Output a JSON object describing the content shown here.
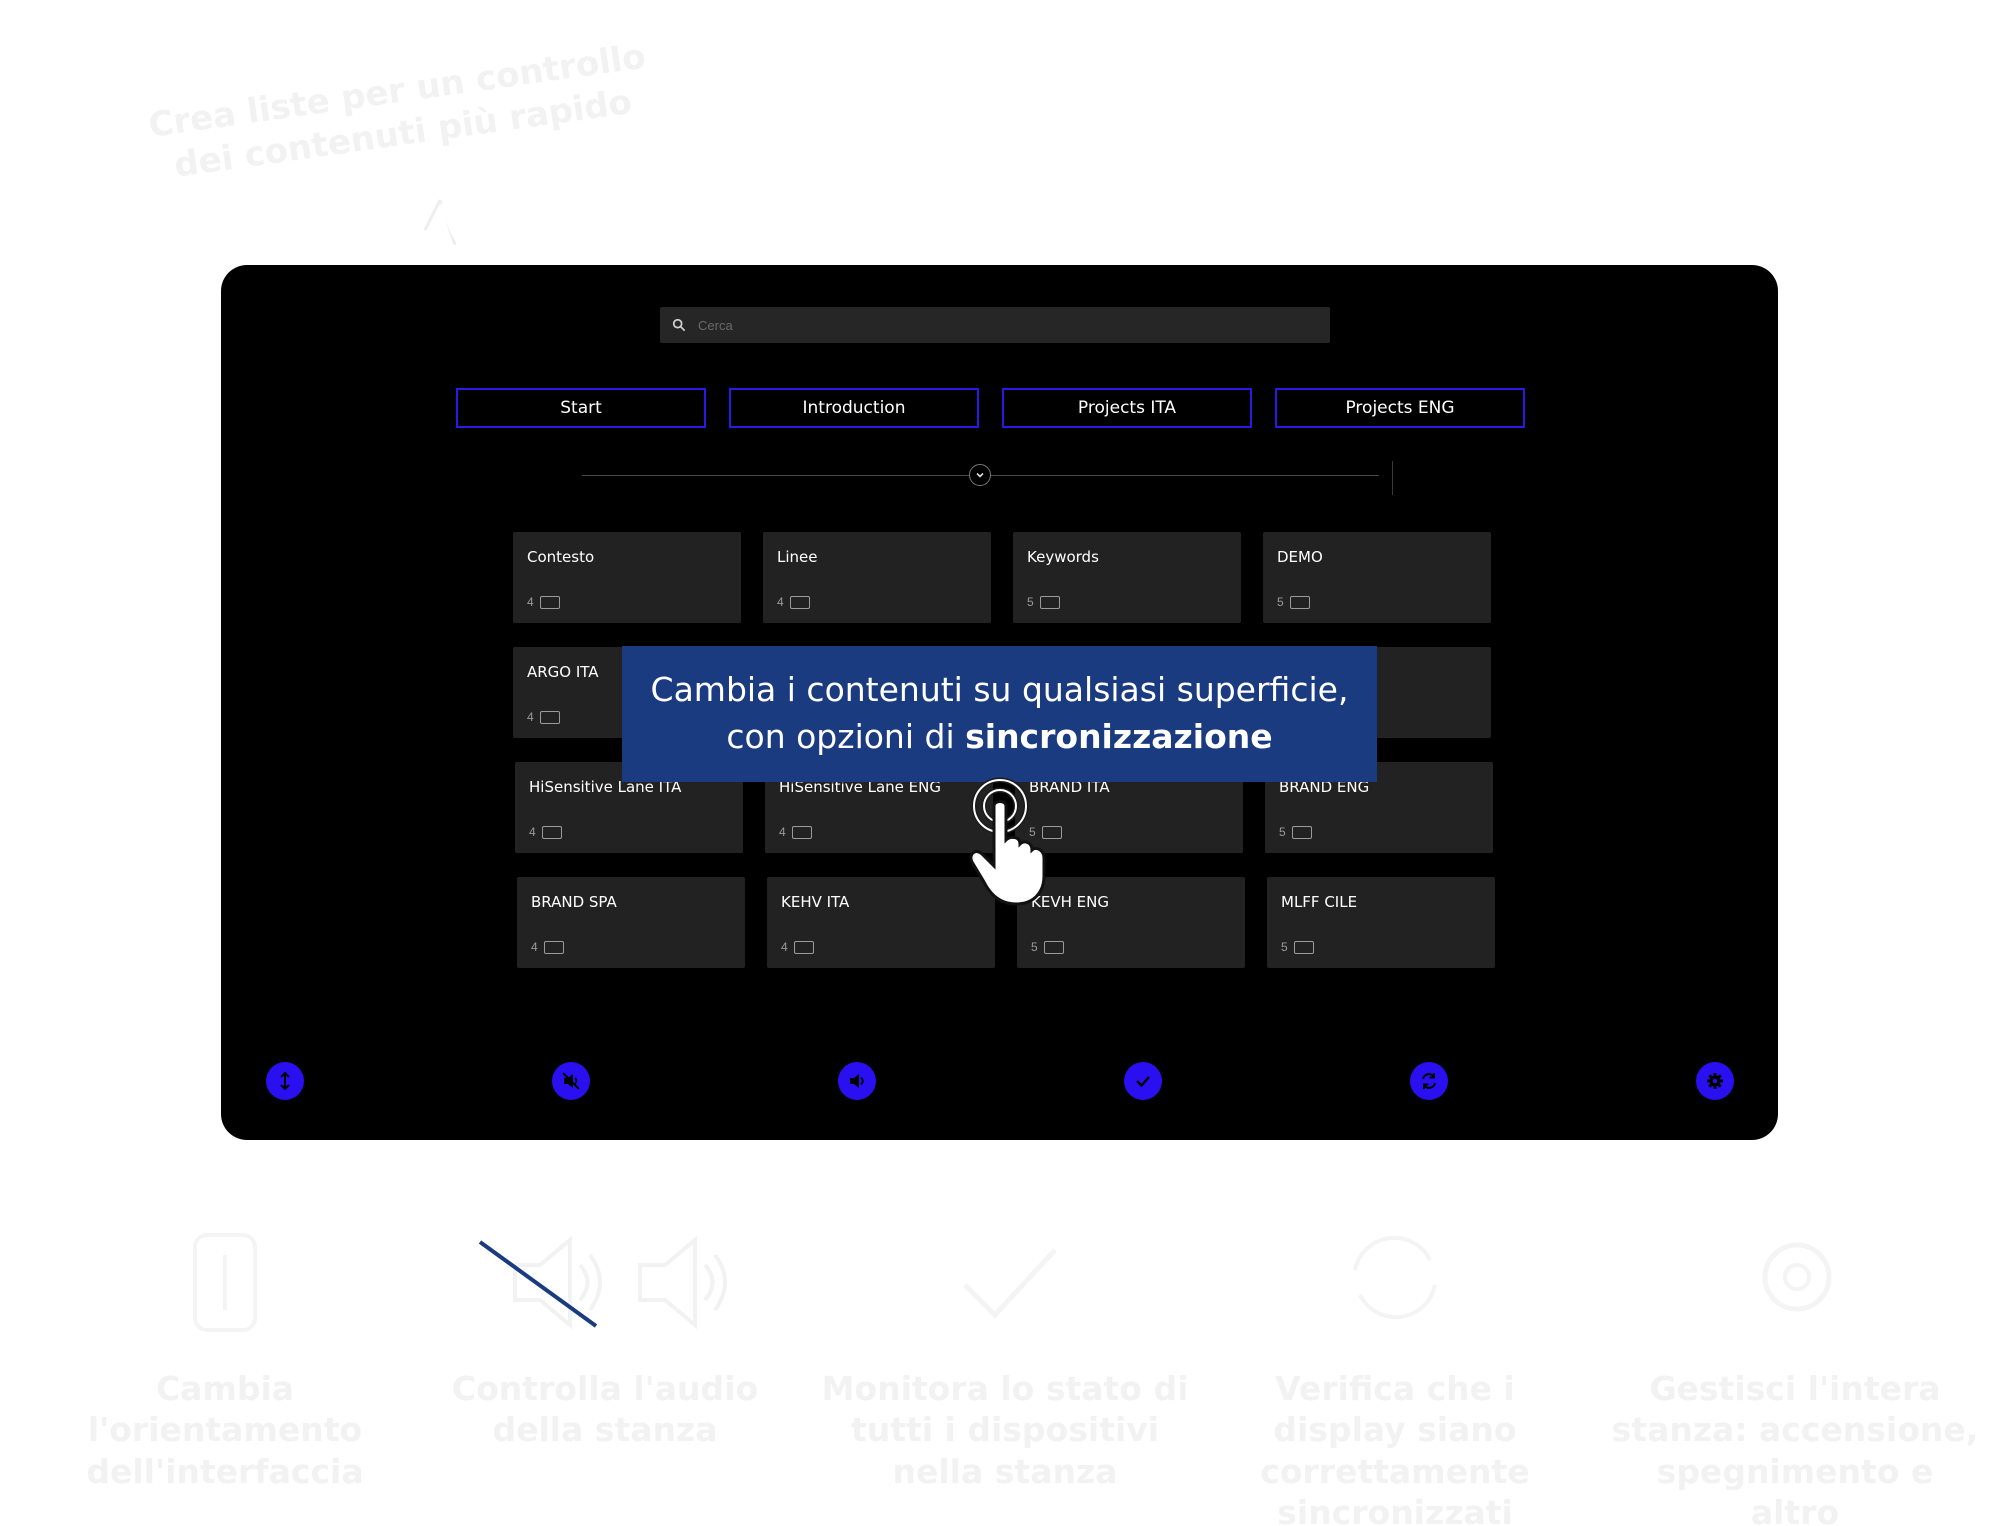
{
  "captions": {
    "top": "Crea liste per un controllo dei contenuti più rapido",
    "bottom": [
      "Cambia l'orientamento dell'interfaccia",
      "Controlla l'audio della stanza",
      "Monitora lo stato di tutti i dispositivi nella stanza",
      "Verifica che i display siano correttamente sincronizzati",
      "Gestisci l'intera stanza: accensione, spegnimento e altro"
    ]
  },
  "search": {
    "placeholder": "Cerca",
    "icon": "search-icon"
  },
  "tabs": [
    {
      "label": "Start"
    },
    {
      "label": "Introduction"
    },
    {
      "label": "Projects ITA"
    },
    {
      "label": "Projects ENG"
    }
  ],
  "cards": [
    {
      "title": "Contesto",
      "count": "4"
    },
    {
      "title": "Linee",
      "count": "4"
    },
    {
      "title": "Keywords",
      "count": "5"
    },
    {
      "title": "DEMO",
      "count": "5"
    },
    {
      "title": "ARGO ITA",
      "count": "4"
    },
    {
      "title": "",
      "count": ""
    },
    {
      "title": "",
      "count": ""
    },
    {
      "title": "ed Limit ENG",
      "count": ""
    },
    {
      "title": "HiSensitive Lane ITA",
      "count": "4"
    },
    {
      "title": "HiSensitive Lane ENG",
      "count": "4"
    },
    {
      "title": "BRAND ITA",
      "count": "5"
    },
    {
      "title": "BRAND ENG",
      "count": "5"
    },
    {
      "title": "BRAND SPA",
      "count": "4"
    },
    {
      "title": "KEHV ITA",
      "count": "4"
    },
    {
      "title": "KEVH ENG",
      "count": "5"
    },
    {
      "title": "MLFF CILE",
      "count": "5"
    }
  ],
  "banner": {
    "line1": "Cambia i contenuti su qualsiasi superficie,",
    "line2_prefix": "con opzioni di ",
    "line2_bold": "sincronizzazione"
  },
  "toolbar": [
    {
      "icon": "orientation-icon"
    },
    {
      "icon": "mute-icon"
    },
    {
      "icon": "volume-icon"
    },
    {
      "icon": "check-icon"
    },
    {
      "icon": "sync-icon"
    },
    {
      "icon": "gear-icon"
    }
  ],
  "colors": {
    "accent": "#2a10f0",
    "tab_border": "#2a18e6",
    "banner_bg": "#1b3b80",
    "card_bg": "#222222",
    "screen_bg": "#000000"
  }
}
